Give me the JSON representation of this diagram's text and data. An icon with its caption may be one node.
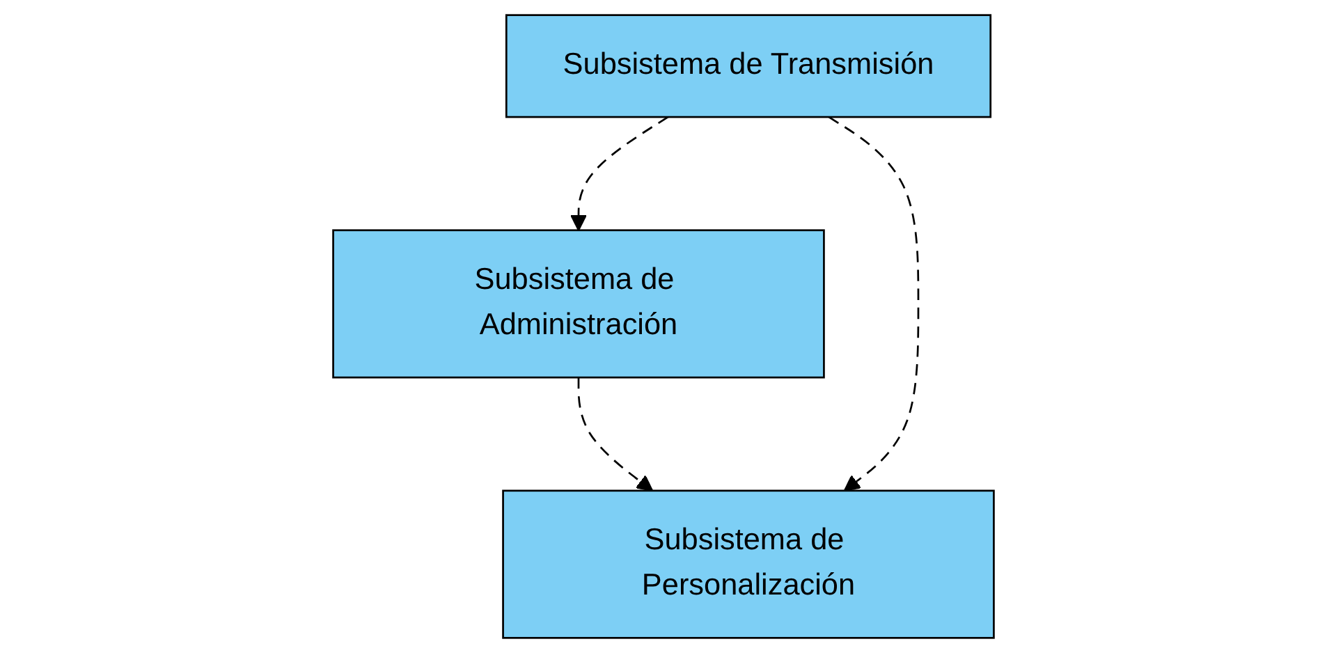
{
  "diagram": {
    "nodes": [
      {
        "text": [
          "Subsistema de Administración"
        ]
      },
      {
        "text": [
          "Subsistema de Transmisión"
        ]
      },
      {
        "text": [
          "Subsistema de Personalización"
        ]
      }
    ],
    "edges": [
      {
        "from": 1,
        "to": 0,
        "arrow": "to",
        "style": "dashed"
      },
      {
        "from": 0,
        "to": 2,
        "arrow": "to",
        "style": "dashed"
      },
      {
        "from": 1,
        "to": 2,
        "arrow": "to",
        "style": "dashed"
      }
    ]
  }
}
